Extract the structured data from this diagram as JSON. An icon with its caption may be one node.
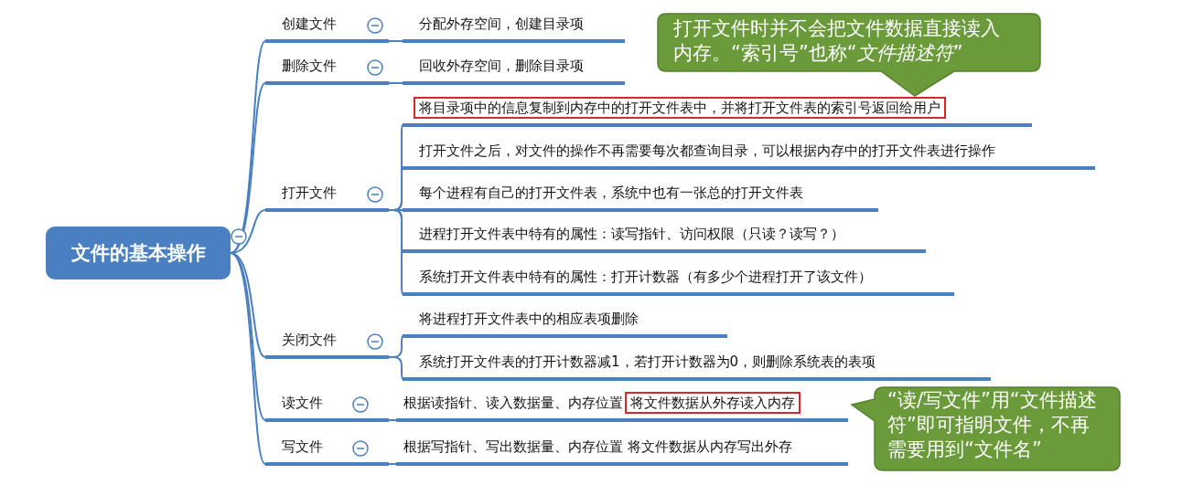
{
  "diagram": {
    "nodes": [
      {
        "text": [
          "文件的基本操作"
        ]
      },
      {
        "text": [
          "创建文件"
        ]
      },
      {
        "text": [
          "分配外存空间，创建目录项"
        ]
      },
      {
        "text": [
          "删除文件"
        ]
      },
      {
        "text": [
          "回收外存空间，删除目录项"
        ]
      },
      {
        "text": [
          "打开文件"
        ]
      },
      {
        "text": [
          "将目录项中的信息复制到内存中的打开文件表中，并将打开文件表的索引号返回给用户"
        ]
      },
      {
        "text": [
          "打开文件之后，对文件的操作不再需要每次都查询目录，可以根据内存中的打开文件表进行操作"
        ]
      },
      {
        "text": [
          "每个进程有自己的打开文件表，系统中也有一张总的打开文件表"
        ]
      },
      {
        "text": [
          "进程打开文件表中特有的属性：读写指针、访问权限（只读？读写？）"
        ]
      },
      {
        "text": [
          "系统打开文件表中特有的属性：打开计数器（有多少个进程打开了该文件）"
        ]
      },
      {
        "text": [
          "关闭文件"
        ]
      },
      {
        "text": [
          "将进程打开文件表中的相应表项删除"
        ]
      },
      {
        "text": [
          "系统打开文件表的打开计数器减1，若打开计数器为0，则删除系统表的表项"
        ]
      },
      {
        "text": [
          "读文件"
        ]
      },
      {
        "text": [
          "根据读指针、读入数据量、内存位置",
          "将文件数据从外存读入内存"
        ]
      },
      {
        "text": [
          "写文件"
        ]
      },
      {
        "text": [
          "根据写指针、写出数据量、内存位置 将文件数据从内存写出外存"
        ]
      },
      {
        "text": [
          "打开文件时并不会把文件数据直接读入内存。“索引号”也称“*文件描述符*”"
        ]
      },
      {
        "text": [
          "“读/写文件”用“文件描述符”即可指明文件，不再需要用到“文件名”"
        ]
      }
    ],
    "edges": [
      {
        "from": 0,
        "to": 1,
        "arrow": "none"
      },
      {
        "from": 0,
        "to": 3,
        "arrow": "none"
      },
      {
        "from": 0,
        "to": 5,
        "arrow": "none"
      },
      {
        "from": 0,
        "to": 11,
        "arrow": "none"
      },
      {
        "from": 0,
        "to": 14,
        "arrow": "none"
      },
      {
        "from": 0,
        "to": 16,
        "arrow": "none"
      },
      {
        "from": 1,
        "to": 2,
        "arrow": "none"
      },
      {
        "from": 3,
        "to": 4,
        "arrow": "none"
      },
      {
        "from": 5,
        "to": 6,
        "arrow": "none"
      },
      {
        "from": 5,
        "to": 7,
        "arrow": "none"
      },
      {
        "from": 5,
        "to": 8,
        "arrow": "none"
      },
      {
        "from": 5,
        "to": 9,
        "arrow": "none"
      },
      {
        "from": 5,
        "to": 10,
        "arrow": "none"
      },
      {
        "from": 11,
        "to": 12,
        "arrow": "none"
      },
      {
        "from": 11,
        "to": 13,
        "arrow": "none"
      },
      {
        "from": 14,
        "to": 15,
        "arrow": "none"
      },
      {
        "from": 16,
        "to": 17,
        "arrow": "none"
      }
    ]
  }
}
